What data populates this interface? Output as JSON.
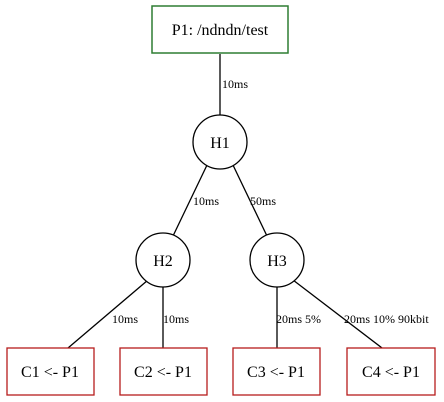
{
  "producer": {
    "label": "P1: /ndndn/test",
    "border_color": "#2e7d32"
  },
  "hubs": [
    {
      "id": "H1",
      "label": "H1"
    },
    {
      "id": "H2",
      "label": "H2"
    },
    {
      "id": "H3",
      "label": "H3"
    }
  ],
  "consumers": [
    {
      "id": "C1",
      "label": "C1 <- P1"
    },
    {
      "id": "C2",
      "label": "C2 <- P1"
    },
    {
      "id": "C3",
      "label": "C3 <- P1"
    },
    {
      "id": "C4",
      "label": "C4 <- P1"
    }
  ],
  "consumer_border_color": "#b71c1c",
  "links": [
    {
      "from": "P1",
      "to": "H1",
      "label": "10ms"
    },
    {
      "from": "H1",
      "to": "H2",
      "label": "10ms"
    },
    {
      "from": "H1",
      "to": "H3",
      "label": "50ms"
    },
    {
      "from": "H2",
      "to": "C1",
      "label": "10ms"
    },
    {
      "from": "H2",
      "to": "C2",
      "label": "10ms"
    },
    {
      "from": "H3",
      "to": "C3",
      "label": "20ms 5%"
    },
    {
      "from": "H3",
      "to": "C4",
      "label": "20ms 10% 90kbit"
    }
  ]
}
